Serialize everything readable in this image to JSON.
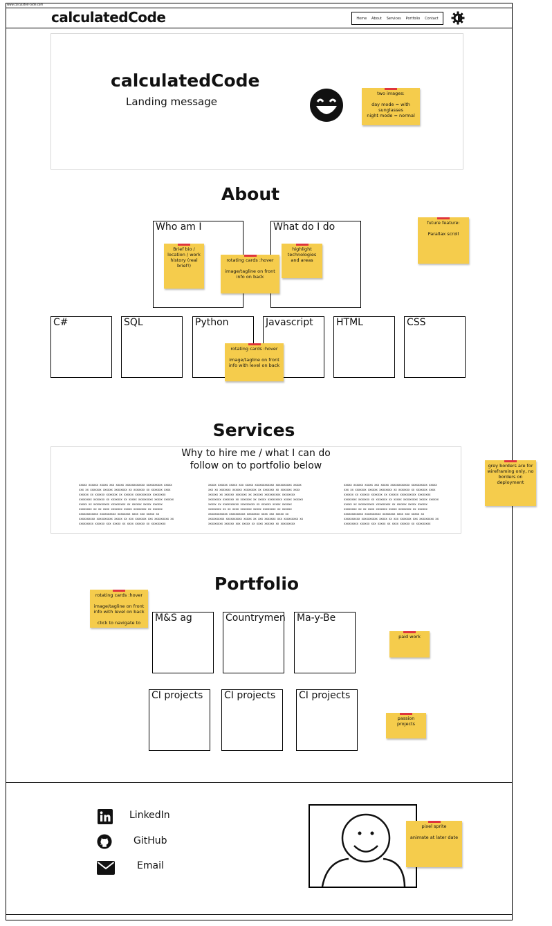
{
  "browser": {
    "url": "www.calculated-code.com"
  },
  "header": {
    "brand": "calculatedCode",
    "nav": [
      "Home",
      "About",
      "Services",
      "Portfolio",
      "Contact"
    ],
    "theme_icon": "gear-icon"
  },
  "hero": {
    "title": "calculatedCode",
    "message": "Landing message",
    "icon": "laughing-face-icon",
    "note": "two images:\n\nday mode = with sunglasses\nnight mode = normal"
  },
  "about": {
    "title": "About",
    "cards": [
      "Who am I",
      "What do I do"
    ],
    "note_bio": "Brief bio / location / work history (real brief!)",
    "note_rotate": "rotating cards :hover\n\nimage/tagline on front info on back",
    "note_highlight": "highlight technologies and areas",
    "note_future": "future feature:\n\nParallax scroll",
    "skills": [
      "C#",
      "SQL",
      "Python",
      "Javascript",
      "HTML",
      "CSS"
    ],
    "note_skills": "rotating cards :hover\n\nimage/tagline on front info with level on back"
  },
  "services": {
    "title": "Services",
    "subtitle": "Why to hire me / what I can do\nfollow on to portfolio below",
    "note_borders": "grey borders are for wireframing only, no borders on deployment",
    "filler": "xxxxx xxxxxx xxxxx xxx xxxxx xxxxxxxxxxxx xxxxxxxxxx xxxxx xxx xx xxxxxxx xxxxxx xxxxxxxx xx xxxxxxx xx xxxxxxx xxxx xxxxxx xx xxxxxx xxxxxxx xx xxxxxx xxxxxxxxxx xxxxxxxx xxxxxxxx xxxxxxx xx xxxxxxx xx xxxxx xxxxxxxxx xxxxx xxxxxx xxxxx xx xxxxxxxxxx xxxxxxxxx xx xxxxxx xxxxx xxxxxx xxxxxxxx xx xx xxxx xxxxxxx xxxxx xxxxxxxx xx xxxxxx xxxxxxxxxxxx xxxxxxxxxx xxxxxxxx xxxx xxx xxxxx xx xxxxxxxxxx xxxxxxxxxx xxxxx xx xxx xxxxxxx xxx xxxxxxxxx xx xxxxxxxxx xxxxxx xxx xxxxx xx xxxx xxxxxx xx xxxxxxxxx xxxxxxx xxxxxx xxxxx xxxxxx xxxxxxxxxx"
  },
  "portfolio": {
    "title": "Portfolio",
    "note_rotate": "rotating cards :hover\n\nimage/tagline on front info with level on back\n\nclick to navigate to",
    "row1": [
      "M&S ag",
      "Countrymen",
      "Ma-y-Be"
    ],
    "row2": [
      "CI projects",
      "CI projects",
      "CI projects"
    ],
    "note_paid": "paid work",
    "note_passion": "passion projects"
  },
  "footer": {
    "links": [
      {
        "label": "LinkedIn",
        "icon": "linkedin-icon"
      },
      {
        "label": "GitHub",
        "icon": "github-icon"
      },
      {
        "label": "Email",
        "icon": "envelope-icon"
      }
    ],
    "sprite_icon": "smiley-person-icon",
    "note_sprite": "pixel sprite\n\nanimate at later date"
  }
}
